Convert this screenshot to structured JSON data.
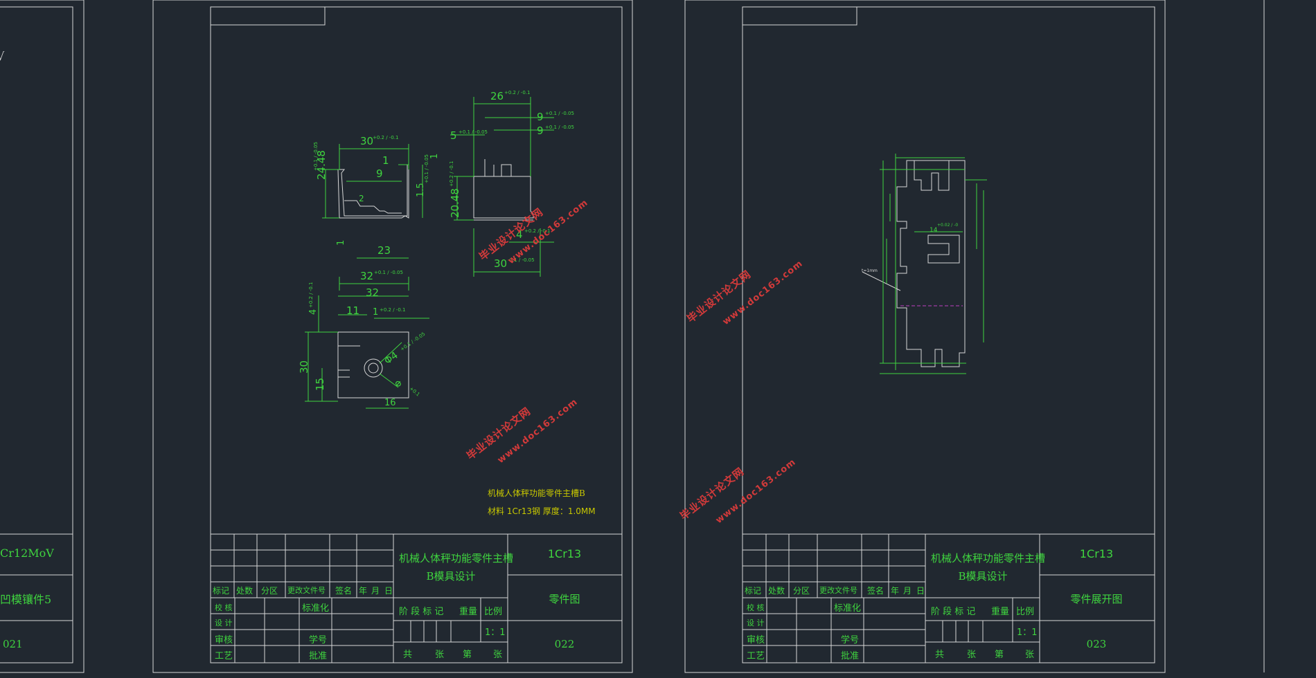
{
  "colors": {
    "background": "#212830",
    "frame": "#d8d8d8",
    "text": "#3fd43f",
    "watermark": "#d23a3a",
    "center_line": "#c040c0"
  },
  "sheet_left": {
    "material": "Cr12MoV",
    "part_name": "凹模镶件5",
    "drawing_no": "021"
  },
  "sheet1": {
    "title": "机械人体秤功能零件主槽",
    "title_line2": "B模具设计",
    "material": "1Cr13",
    "drawing_type": "零件图",
    "drawing_no": "022",
    "note_title": "机械人体秤功能零件主槽B",
    "note_material": "材料 1Cr13钢   厚度：1.0MM",
    "dims": {
      "d30": "30",
      "d30_tol": "+0.2 / -0.1",
      "d1a": "1",
      "d9": "9",
      "d2448": "24.48",
      "d2448_tol": "+0.1 / -0.05",
      "d15": "1.5",
      "d15_tol": "+0.1 / -0.05",
      "d2": "2",
      "d1b": "1",
      "d23": "23",
      "d32tol": "32",
      "d32_tol": "+0.1 / -0.05",
      "d26": "26",
      "d26_tol": "+0.2 / -0.1",
      "d5": "5",
      "d5_tol": "+0.1 / -0.05",
      "d9a": "9",
      "d9a_tol": "+0.1 / -0.05",
      "d9b": "9",
      "d9b_tol": "+0.1 / -0.05",
      "d1c": "1",
      "d2048": "20.48",
      "d2048_tol": "+0.2 / -0.1",
      "d4": "4",
      "d4_tol": "+0.2 / -0.1",
      "d30b": "30",
      "d30b_tol": "-0.1 / -0.05",
      "d32": "32",
      "d11": "11",
      "d1d": "1",
      "d1d_tol": "+0.2 / -0.1",
      "d4v": "4",
      "d4v_tol": "+0.2 / -0.1",
      "phi4": "Φ4",
      "phi4_tol": "+0.1 / -0.05",
      "d30v": "30",
      "d15v": "15",
      "d16": "16",
      "phi_small": "Φ",
      "phi_small_tol": "+0.1"
    }
  },
  "sheet2": {
    "title": "机械人体秤功能零件主槽",
    "title_line2": "B模具设计",
    "material": "1Cr13",
    "drawing_type": "零件展开图",
    "drawing_no": "023",
    "dims": {
      "d14": "14",
      "d14_tol": "+0.02 / -0",
      "tag": "t=1mm"
    }
  },
  "title_block": {
    "row_labels": [
      "标记",
      "处数",
      "分区",
      "更改文件号",
      "签名",
      "年",
      "月",
      "日"
    ],
    "design": "设 计",
    "check": "审核",
    "process": "工艺",
    "proofread": "校 核",
    "standardize": "标准化",
    "student_no": "学号",
    "approve": "批准",
    "stage_mark": "阶 段 标 记",
    "weight": "重量",
    "scale": "比例",
    "scale_value": "1：1",
    "total": "共",
    "sheets": "张",
    "page": "第"
  },
  "watermarks": [
    {
      "top": "毕业设计论文网",
      "bottom": "www.doc163.com"
    }
  ]
}
